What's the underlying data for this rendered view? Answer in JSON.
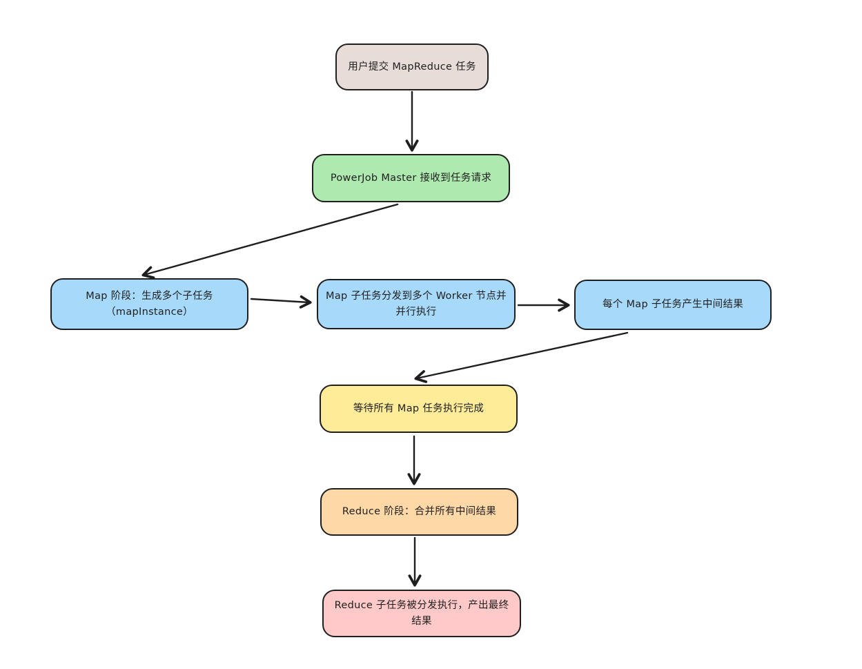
{
  "diagram": {
    "title": "MapReduce task flow",
    "background_color": "#ffffff",
    "stroke_color": "#1e1e1e",
    "text_color": "#1e1e1e"
  },
  "nodes": [
    {
      "id": "user-submit",
      "label": "用户提交 MapReduce 任务",
      "fill": "#e7dcd8"
    },
    {
      "id": "master-receive",
      "label": "PowerJob Master 接收到任务请求",
      "fill": "#aeeab0"
    },
    {
      "id": "map-phase",
      "label": "Map 阶段：生成多个子任务\n（mapInstance）",
      "fill": "#a7d9fa"
    },
    {
      "id": "map-dispatch",
      "label": "Map 子任务分发到多个 Worker 节点并并行执行",
      "fill": "#a7d9fa"
    },
    {
      "id": "map-intermediate",
      "label": "每个 Map 子任务产生中间结果",
      "fill": "#a7d9fa"
    },
    {
      "id": "wait-complete",
      "label": "等待所有 Map 任务执行完成",
      "fill": "#ffec99"
    },
    {
      "id": "reduce-phase",
      "label": "Reduce 阶段：合并所有中间结果",
      "fill": "#ffd8a8"
    },
    {
      "id": "reduce-final",
      "label": "Reduce 子任务被分发执行，产出最终结果",
      "fill": "#ffc9c9"
    }
  ],
  "edges": [
    {
      "from": "user-submit",
      "to": "master-receive"
    },
    {
      "from": "master-receive",
      "to": "map-phase"
    },
    {
      "from": "map-phase",
      "to": "map-dispatch"
    },
    {
      "from": "map-dispatch",
      "to": "map-intermediate"
    },
    {
      "from": "map-intermediate",
      "to": "wait-complete"
    },
    {
      "from": "wait-complete",
      "to": "reduce-phase"
    },
    {
      "from": "reduce-phase",
      "to": "reduce-final"
    }
  ]
}
